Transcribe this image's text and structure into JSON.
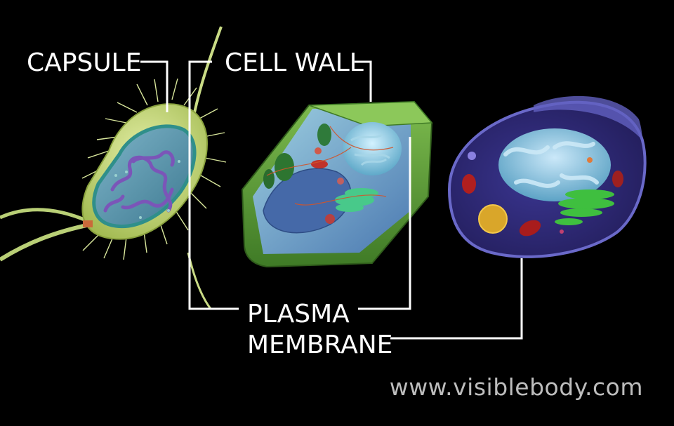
{
  "labels": {
    "capsule": "CAPSULE",
    "cell_wall": "CELL WALL",
    "plasma_membrane_line1": "PLASMA",
    "plasma_membrane_line2": "MEMBRANE"
  },
  "watermark": "www.visiblebody.com",
  "colors": {
    "background": "#000000",
    "label_text": "#ffffff",
    "leader_lines": "#ffffff",
    "watermark_text": "#bdbdbd",
    "bacterium_capsule": "#c8d98a",
    "plant_cell_wall": "#5f9a3a",
    "animal_cell_membrane": "#5b5bb8"
  },
  "icons": [
    "bacterial-cell-illustration",
    "plant-cell-illustration",
    "animal-cell-illustration"
  ]
}
